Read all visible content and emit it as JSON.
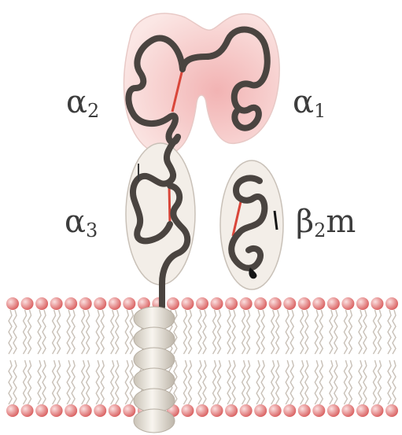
{
  "labels": {
    "alpha2": {
      "main": "α",
      "sub": "2",
      "tail": ""
    },
    "alpha1": {
      "main": "α",
      "sub": "1",
      "tail": ""
    },
    "alpha3": {
      "main": "α",
      "sub": "3",
      "tail": ""
    },
    "beta2m": {
      "main": "β",
      "sub": "2",
      "tail": "m"
    }
  },
  "colors": {
    "background": "#ffffff",
    "peptide_chain": "#4a4440",
    "disulfide_bond": "#d9463a",
    "alpha1_alpha2_domain_fill": "#f3c4c4",
    "alpha3_beta2m_domain_fill": "#f1ece6",
    "domain_outline": "#c9c1b8",
    "lipid_head": "#e07575",
    "lipid_tail": "#c9c1b8",
    "helix_segment": "#e6e1d8"
  },
  "membrane": {
    "lipid_heads_per_leaflet": 27,
    "transmembrane_helix_turns": 6
  }
}
